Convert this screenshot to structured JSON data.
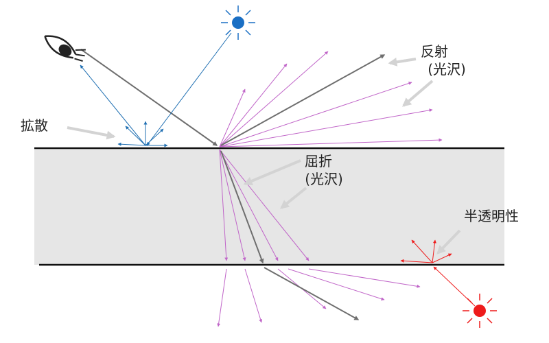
{
  "labels": {
    "diffuse": "拡散",
    "reflection_line1": "反射",
    "reflection_line2": "(光沢)",
    "refraction_line1": "屈折",
    "refraction_line2": "(光沢)",
    "translucency": "半透明性"
  },
  "colors": {
    "surface_line": "#111111",
    "medium_fill": "#e6e6e6",
    "incident_ray": "#6e6e6e",
    "gloss_rays": "#c065c8",
    "diffuse_rays": "#1f6fb2",
    "blue_light": "#1a6fc4",
    "translucent_rays": "#ee1b1b",
    "red_light": "#ee1b1b",
    "pointer_arrows": "#d3d3d3",
    "eye": "#222222"
  },
  "icons": {
    "viewer": "eye-icon",
    "blue_source": "light-source-icon",
    "red_source": "light-source-icon"
  }
}
